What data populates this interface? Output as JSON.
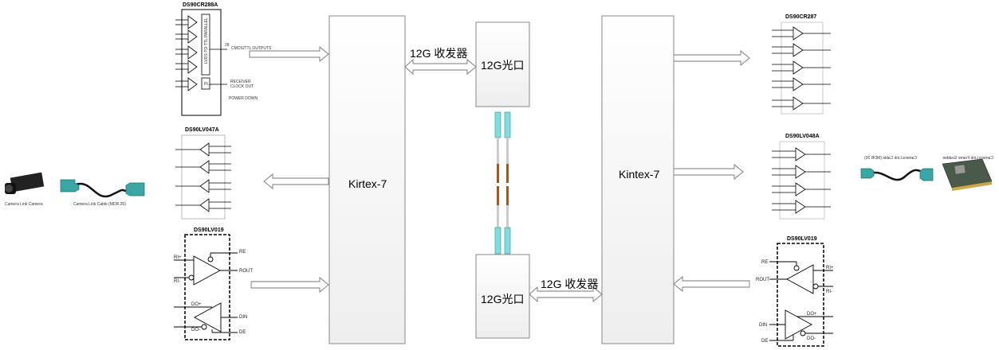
{
  "left": {
    "camera_label": "Camera Link Camera",
    "cable_label": "Camera Link Cable (MDR 26)",
    "chip_top": {
      "name": "DS90CR288A",
      "bus_label": "LVDS-TO-TTL PARALLEL",
      "bus_width": "28",
      "outputs": "CMOS/TTL OUTPUTS",
      "clock_out_1": "RECEIVER",
      "clock_out_2": "CLOCK OUT",
      "pll": "PLL",
      "power_down": "POWER DOWN"
    },
    "chip_mid": {
      "name": "DS90LV047A"
    },
    "chip_bot": {
      "name": "DS90LV019",
      "pins": [
        "RI+",
        "RI-",
        "RE",
        "ROUT",
        "DO+",
        "DO-",
        "DIN",
        "DE"
      ]
    },
    "fpga": "Kirtex-7"
  },
  "center": {
    "transceiver_top": "12G 收发器",
    "port_top": "12G光口",
    "transceiver_bottom": "12G 收发器",
    "port_bottom": "12G光口"
  },
  "right": {
    "fpga": "Kintex-7",
    "chip_top": {
      "name": "DS90CR287"
    },
    "chip_mid": {
      "name": "DS90LV048A"
    },
    "chip_bot": {
      "name": "DS90LV019",
      "pins": [
        "RE",
        "ROUT",
        "RI+",
        "RI-",
        "DO+",
        "DO-",
        "DIN",
        "DE"
      ]
    },
    "cable_label": "Camera Link Cable (MDR 26)",
    "grabber_label": "Camera Link Frame Grabber"
  },
  "colors": {
    "connector": "#3aa6a6",
    "fiber_connector": "#7fdede",
    "fiber": "#b5521b",
    "box_fill": "#f7f7f7",
    "box_stroke": "#777777"
  }
}
